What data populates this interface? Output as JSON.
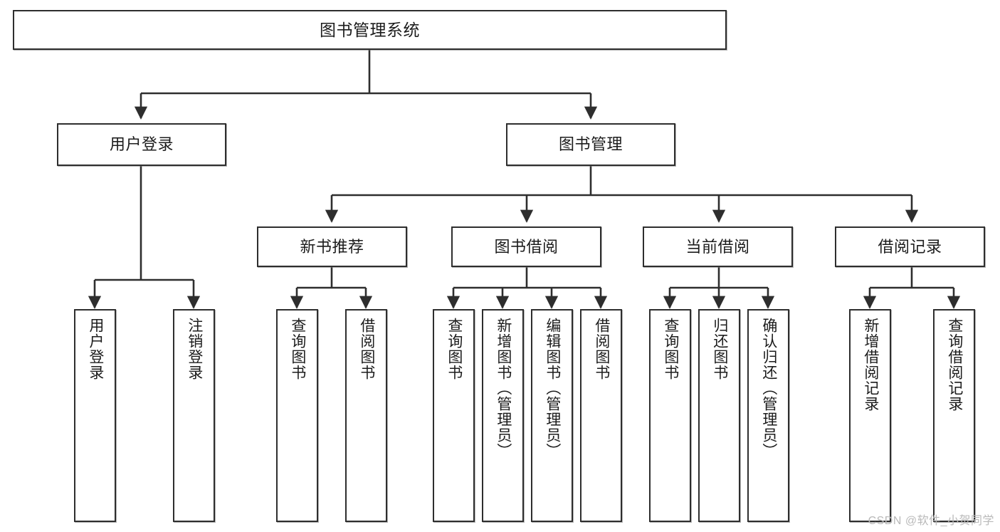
{
  "diagram": {
    "title": "图书管理系统",
    "type": "tree",
    "watermark": "CSDN @软件_小贺同学",
    "colors": {
      "background": "#ffffff",
      "box_border": "#2e2e2e",
      "box_fill": "#ffffff",
      "connector": "#2e2e2e",
      "text": "#1c1c1c",
      "watermark": "#b9b9b9"
    },
    "nodes": {
      "root": {
        "label": "图书管理系统"
      },
      "level1": [
        {
          "label": "用户登录"
        },
        {
          "label": "图书管理"
        }
      ],
      "level2": [
        {
          "label": "新书推荐"
        },
        {
          "label": "图书借阅"
        },
        {
          "label": "当前借阅"
        },
        {
          "label": "借阅记录"
        }
      ],
      "leaves": [
        {
          "label": "用户登录",
          "parent": "用户登录"
        },
        {
          "label": "注销登录",
          "parent": "用户登录"
        },
        {
          "label": "查询图书",
          "parent": "新书推荐"
        },
        {
          "label": "借阅图书",
          "parent": "新书推荐"
        },
        {
          "label": "查询图书",
          "parent": "图书借阅"
        },
        {
          "label": "新增图书（管理员）",
          "parent": "图书借阅"
        },
        {
          "label": "编辑图书（管理员）",
          "parent": "图书借阅"
        },
        {
          "label": "借阅图书",
          "parent": "图书借阅"
        },
        {
          "label": "查询图书",
          "parent": "当前借阅"
        },
        {
          "label": "归还图书",
          "parent": "当前借阅"
        },
        {
          "label": "确认归还（管理员）",
          "parent": "当前借阅"
        },
        {
          "label": "新增借阅记录",
          "parent": "借阅记录"
        },
        {
          "label": "查询借阅记录",
          "parent": "借阅记录"
        }
      ]
    }
  }
}
